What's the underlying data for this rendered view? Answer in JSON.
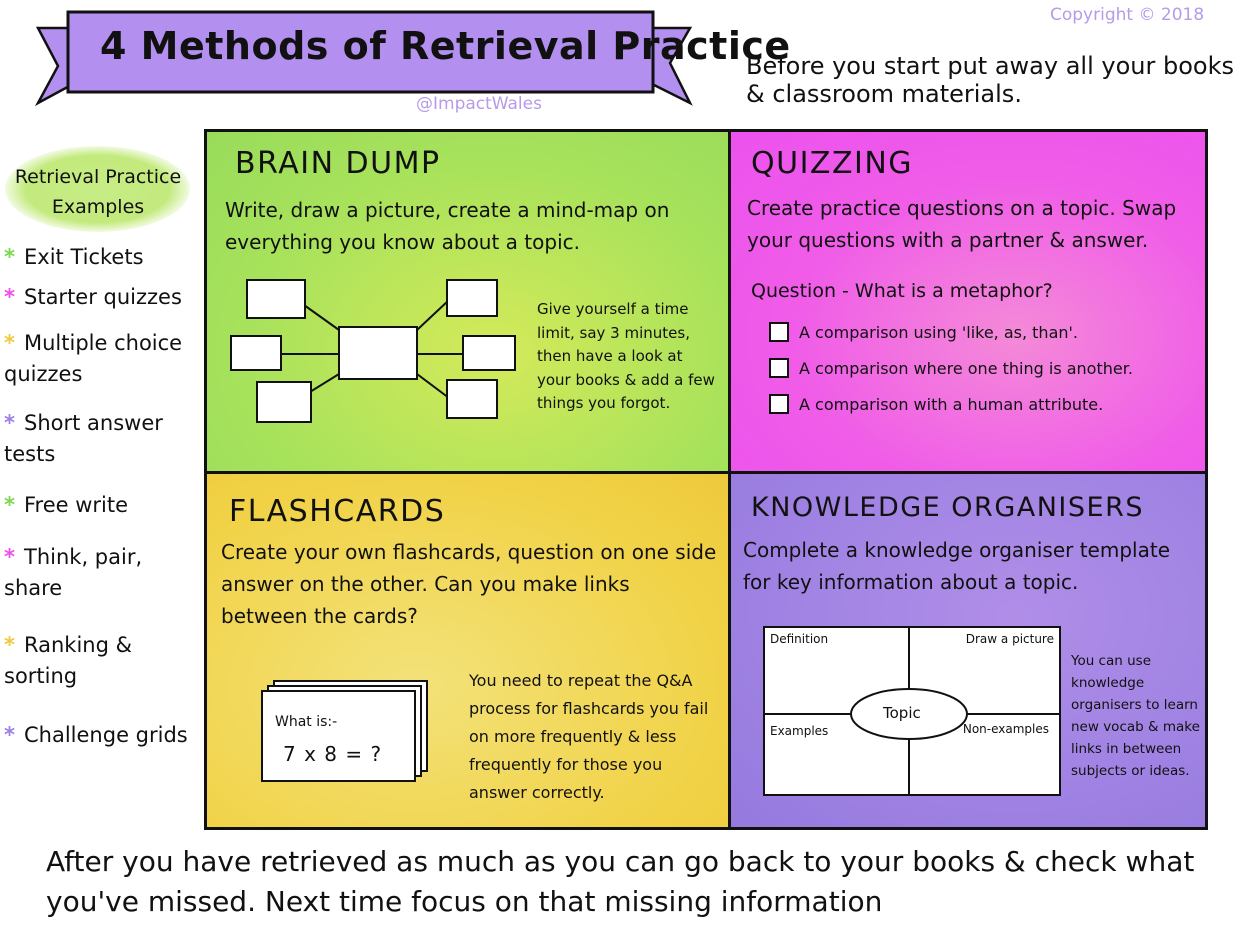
{
  "banner": {
    "title": "4 Methods of Retrieval Practice",
    "handle": "@ImpactWales",
    "color": "#b38ff0"
  },
  "copyright": "Copyright © 2018",
  "intro": "Before you start put away all your books & classroom materials.",
  "sidebar": {
    "title": "Retrieval Practice Examples",
    "items": [
      {
        "label": "Exit Tickets",
        "star_color": "#7cd64e"
      },
      {
        "label": "Starter quizzes",
        "star_color": "#ef4fe6"
      },
      {
        "label": "Multiple choice quizzes",
        "star_color": "#f1c93b"
      },
      {
        "label": "Short answer tests",
        "star_color": "#9d7fe6"
      },
      {
        "label": "Free write",
        "star_color": "#7cd64e"
      },
      {
        "label": "Think, pair, share",
        "star_color": "#ef4fe6"
      },
      {
        "label": "Ranking & sorting",
        "star_color": "#f1c93b"
      },
      {
        "label": "Challenge grids",
        "star_color": "#9d7fe6"
      }
    ]
  },
  "brain_dump": {
    "heading": "BRAIN DUMP",
    "text": "Write, draw a picture, create a mind-map on everything you know about a topic.",
    "note": "Give yourself a time limit, say 3 minutes, then have a look at your books & add a few things you forgot."
  },
  "quizzing": {
    "heading": "QUIZZING",
    "text": "Create practice questions on a topic. Swap your questions with a partner & answer.",
    "question": "Question - What is a metaphor?",
    "options": [
      "A comparison using 'like, as, than'.",
      "A comparison where one thing is another.",
      "A comparison with a human attribute."
    ]
  },
  "flashcards": {
    "heading": "FLASHCARDS",
    "text": "Create your own flashcards, question on one side answer on the other. Can you make links between the cards?",
    "card_label": "What is:-",
    "card_sum": "7 x 8 = ?",
    "note": "You need to repeat the Q&A process for flashcards you fail on more frequently & less frequently for those you answer correctly."
  },
  "knowledge_organisers": {
    "heading": "KNOWLEDGE ORGANISERS",
    "text": "Complete a knowledge organiser template for key information about a topic.",
    "labels": {
      "definition": "Definition",
      "draw": "Draw a picture",
      "examples": "Examples",
      "non_examples": "Non-examples",
      "topic": "Topic"
    },
    "note": "You can use knowledge organisers to learn new vocab & make links in between subjects or ideas."
  },
  "footer": "After you have retrieved as much as you can go back to your books & check what you've missed. Next time focus on that missing information"
}
